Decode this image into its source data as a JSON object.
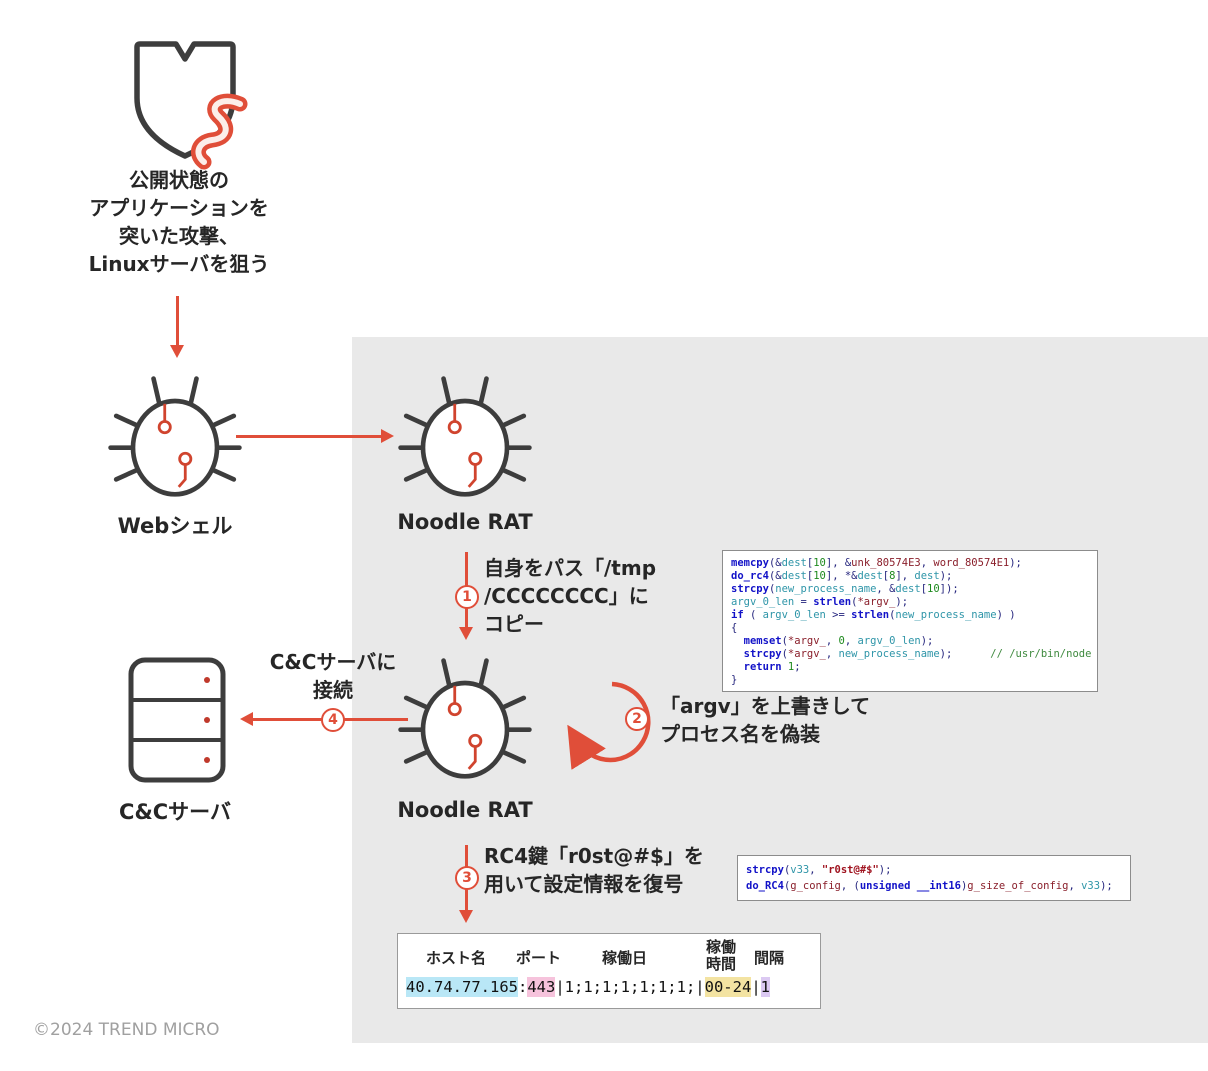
{
  "colors": {
    "accent": "#e04e39",
    "outline": "#3d3d3d",
    "panel_bg": "#e9e9e9",
    "hl_cyan": "#b9e7f6",
    "hl_pink": "#f6c3dc",
    "hl_yellow": "#f3e3a2",
    "hl_purple": "#dbc9f2"
  },
  "copyright": "©2024 TREND MICRO",
  "intro": {
    "text": "公開状態の\nアプリケーションを\n突いた攻撃、\nLinuxサーバを狙う"
  },
  "nodes": {
    "webshell": {
      "label": "Webシェル"
    },
    "noodle_rat_top": {
      "label": "Noodle RAT"
    },
    "noodle_rat_main": {
      "label": "Noodle RAT"
    },
    "cc_server": {
      "label": "C&Cサーバ"
    }
  },
  "steps": {
    "s1": {
      "num": "1",
      "text": "自身をパス「/tmp\n/CCCCCCCC」に\nコピー"
    },
    "s2": {
      "num": "2",
      "text": "「argv」を上書きして\nプロセス名を偽装"
    },
    "s3": {
      "num": "3",
      "text": "RC4鍵「r0st@#$」を\n用いて設定情報を復号"
    },
    "s4": {
      "num": "4",
      "text": "C&Cサーバに\n接続"
    }
  },
  "icons": {
    "shield": "exploit-shield-with-worm-icon",
    "bug": "malware-bug-icon",
    "server": "cc-server-icon",
    "loop": "loop-arrow-icon"
  },
  "code_blocks": {
    "process_masquerade": {
      "lines": [
        [
          [
            "memcpy",
            "fn"
          ],
          [
            "(&",
            "pl"
          ],
          [
            "dest",
            "var"
          ],
          [
            "[",
            "pl"
          ],
          [
            "10",
            "num"
          ],
          [
            "], &",
            "pl"
          ],
          [
            "unk_80574E3",
            "glob"
          ],
          [
            ", ",
            "pl"
          ],
          [
            "word_80574E1",
            "glob"
          ],
          [
            ");",
            "pl"
          ]
        ],
        [
          [
            "do_rc4",
            "fn"
          ],
          [
            "(&",
            "pl"
          ],
          [
            "dest",
            "var"
          ],
          [
            "[",
            "pl"
          ],
          [
            "10",
            "num"
          ],
          [
            "], *&",
            "pl"
          ],
          [
            "dest",
            "var"
          ],
          [
            "[",
            "pl"
          ],
          [
            "8",
            "num"
          ],
          [
            "], ",
            "pl"
          ],
          [
            "dest",
            "var"
          ],
          [
            ");",
            "pl"
          ]
        ],
        [
          [
            "strcpy",
            "fn"
          ],
          [
            "(",
            "pl"
          ],
          [
            "new_process_name",
            "var"
          ],
          [
            ", &",
            "pl"
          ],
          [
            "dest",
            "var"
          ],
          [
            "[",
            "pl"
          ],
          [
            "10",
            "num"
          ],
          [
            "]);",
            "pl"
          ]
        ],
        [
          [
            "argv_0_len",
            "var"
          ],
          [
            " = ",
            "pl"
          ],
          [
            "strlen",
            "fn"
          ],
          [
            "(",
            "pl"
          ],
          [
            "*argv_",
            "glob"
          ],
          [
            ");",
            "pl"
          ]
        ],
        [
          [
            "if",
            "kw"
          ],
          [
            " ( ",
            "pl"
          ],
          [
            "argv_0_len",
            "var"
          ],
          [
            " >= ",
            "pl"
          ],
          [
            "strlen",
            "fn"
          ],
          [
            "(",
            "pl"
          ],
          [
            "new_process_name",
            "var"
          ],
          [
            ") )",
            "pl"
          ]
        ],
        [
          [
            "{",
            "pl"
          ]
        ],
        [
          [
            "  ",
            "pl"
          ],
          [
            "memset",
            "fn"
          ],
          [
            "(",
            "pl"
          ],
          [
            "*argv_",
            "glob"
          ],
          [
            ", ",
            "pl"
          ],
          [
            "0",
            "num"
          ],
          [
            ", ",
            "pl"
          ],
          [
            "argv_0_len",
            "var"
          ],
          [
            ");",
            "pl"
          ]
        ],
        [
          [
            "  ",
            "pl"
          ],
          [
            "strcpy",
            "fn"
          ],
          [
            "(",
            "pl"
          ],
          [
            "*argv_",
            "glob"
          ],
          [
            ", ",
            "pl"
          ],
          [
            "new_process_name",
            "var"
          ],
          [
            ");",
            "pl"
          ],
          [
            "      ",
            "pl"
          ],
          [
            "// /usr/bin/node",
            "cm"
          ]
        ],
        [
          [
            "  ",
            "pl"
          ],
          [
            "return",
            "kw"
          ],
          [
            " ",
            "pl"
          ],
          [
            "1",
            "num"
          ],
          [
            ";",
            "pl"
          ]
        ],
        [
          [
            "}",
            "pl"
          ]
        ]
      ]
    },
    "rc4_decrypt": {
      "lines": [
        [
          [
            "strcpy",
            "fn"
          ],
          [
            "(",
            "pl"
          ],
          [
            "v33",
            "var"
          ],
          [
            ", ",
            "pl"
          ],
          [
            "\"r0st@#$\"",
            "str"
          ],
          [
            ");",
            "pl"
          ]
        ],
        [
          [
            "do_RC4",
            "fn"
          ],
          [
            "(",
            "pl"
          ],
          [
            "g_config",
            "glob"
          ],
          [
            ", (",
            "pl"
          ],
          [
            "unsigned __int16",
            "kw"
          ],
          [
            ")",
            "pl"
          ],
          [
            "g_size_of_config",
            "glob"
          ],
          [
            ", ",
            "pl"
          ],
          [
            "v33",
            "var"
          ],
          [
            ");",
            "pl"
          ]
        ]
      ]
    }
  },
  "config_table": {
    "headers": [
      "ホスト名",
      "ポート",
      "稼働日",
      "稼働\n時間",
      "間隔"
    ],
    "values": [
      {
        "t": "40.74.77.165",
        "bg": "#b9e7f6"
      },
      {
        "t": ":",
        "bg": ""
      },
      {
        "t": "443",
        "bg": "#f6c3dc"
      },
      {
        "t": "|1;1;1;1;1;1;1;|",
        "bg": ""
      },
      {
        "t": "00-24",
        "bg": "#f3e3a2"
      },
      {
        "t": "|",
        "bg": ""
      },
      {
        "t": "1",
        "bg": "#dbc9f2"
      }
    ]
  }
}
